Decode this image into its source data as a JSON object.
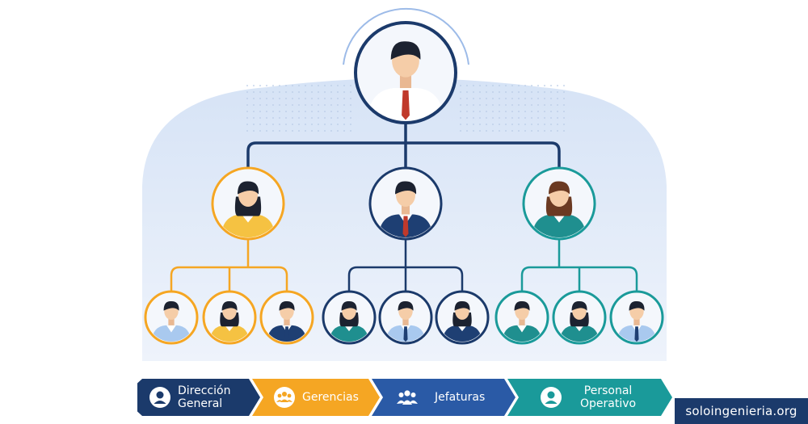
{
  "diagram": {
    "nodes": [
      {
        "id": "top",
        "level": "ceo",
        "person": "man",
        "color": "#1b3a6b",
        "shirt": "#ffffff",
        "tie": "#c0392b"
      },
      {
        "id": "mgr-left",
        "level": "manager",
        "person": "woman",
        "color": "#f5a623",
        "shirt": "#f5c242",
        "tie": ""
      },
      {
        "id": "mgr-center",
        "level": "manager",
        "person": "man",
        "color": "#1b3a6b",
        "shirt": "#1e3f73",
        "tie": "#c0392b"
      },
      {
        "id": "mgr-right",
        "level": "manager",
        "person": "woman",
        "color": "#1a9a9a",
        "shirt": "#1f8f8f",
        "tie": ""
      },
      {
        "id": "s1",
        "level": "staff",
        "person": "man",
        "color": "#f5a623",
        "shirt": "#a9c9ef",
        "tie": ""
      },
      {
        "id": "s2",
        "level": "staff",
        "person": "woman",
        "color": "#f5a623",
        "shirt": "#f5c242",
        "tie": ""
      },
      {
        "id": "s3",
        "level": "staff",
        "person": "man",
        "color": "#f5a623",
        "shirt": "#1e3f73",
        "tie": "#1e3f73"
      },
      {
        "id": "s4",
        "level": "staff",
        "person": "woman",
        "color": "#1b3a6b",
        "shirt": "#1f8f8f",
        "tie": ""
      },
      {
        "id": "s5",
        "level": "staff",
        "person": "man",
        "color": "#1b3a6b",
        "shirt": "#a9c9ef",
        "tie": "#1e3f73"
      },
      {
        "id": "s6",
        "level": "staff",
        "person": "woman",
        "color": "#1b3a6b",
        "shirt": "#1e3f73",
        "tie": ""
      },
      {
        "id": "s7",
        "level": "staff",
        "person": "man",
        "color": "#1a9a9a",
        "shirt": "#1f8f8f",
        "tie": ""
      },
      {
        "id": "s8",
        "level": "staff",
        "person": "woman",
        "color": "#1a9a9a",
        "shirt": "#1f8f8f",
        "tie": ""
      },
      {
        "id": "s9",
        "level": "staff",
        "person": "man",
        "color": "#1a9a9a",
        "shirt": "#a9c9ef",
        "tie": "#1e3f73"
      }
    ],
    "edges": [
      {
        "from": "top",
        "to": [
          "mgr-left",
          "mgr-center",
          "mgr-right"
        ],
        "color": "#1b3a6b"
      },
      {
        "from": "mgr-left",
        "to": [
          "s1",
          "s2",
          "s3"
        ],
        "color": "#f5a623"
      },
      {
        "from": "mgr-center",
        "to": [
          "s4",
          "s5",
          "s6"
        ],
        "color": "#1b3a6b"
      },
      {
        "from": "mgr-right",
        "to": [
          "s7",
          "s8",
          "s9"
        ],
        "color": "#1a9a9a"
      }
    ]
  },
  "legend": [
    {
      "label": "Dirección\nGeneral",
      "icon": "user-circle-icon",
      "color": "#1b3a6b"
    },
    {
      "label": "Gerencias",
      "icon": "group-circle-icon",
      "color": "#f5a623"
    },
    {
      "label": "Jefaturas",
      "icon": "team-icon",
      "color": "#2a5aa6"
    },
    {
      "label": "Personal\nOperativo",
      "icon": "user-circle-icon",
      "color": "#1a9a9a"
    }
  ],
  "watermark": {
    "text": "soloingenieria.org"
  }
}
